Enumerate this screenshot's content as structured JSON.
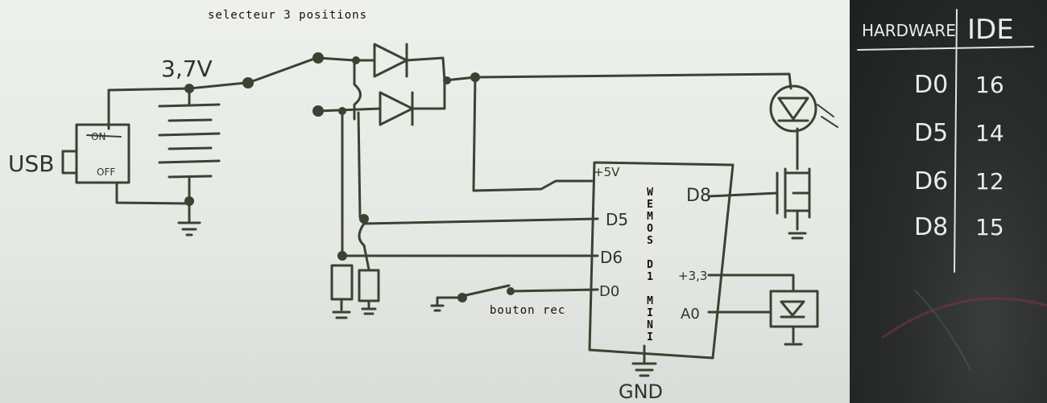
{
  "labels": {
    "selector": "selecteur 3 positions",
    "voltage": "3,7V",
    "usb": "USB",
    "on": "ON",
    "off": "OFF",
    "bouton": "bouton rec",
    "gnd": "GND",
    "chip": "WEMOS D1 MINI",
    "plus5v": "+5V",
    "d5": "D5",
    "d6": "D6",
    "d0": "D0",
    "d8": "D8",
    "plus33": "+3,3",
    "a0": "A0"
  },
  "table": {
    "header_left": "HARDWARE",
    "header_right": "IDE",
    "rows": [
      {
        "hw": "D0",
        "ide": "16"
      },
      {
        "hw": "D5",
        "ide": "14"
      },
      {
        "hw": "D6",
        "ide": "12"
      },
      {
        "hw": "D8",
        "ide": "15"
      }
    ]
  },
  "colors": {
    "ink": "#3b4231",
    "chalkboard": "#2a2c2c",
    "chalk": "#e8ecef",
    "board": "#e7e9e5"
  }
}
